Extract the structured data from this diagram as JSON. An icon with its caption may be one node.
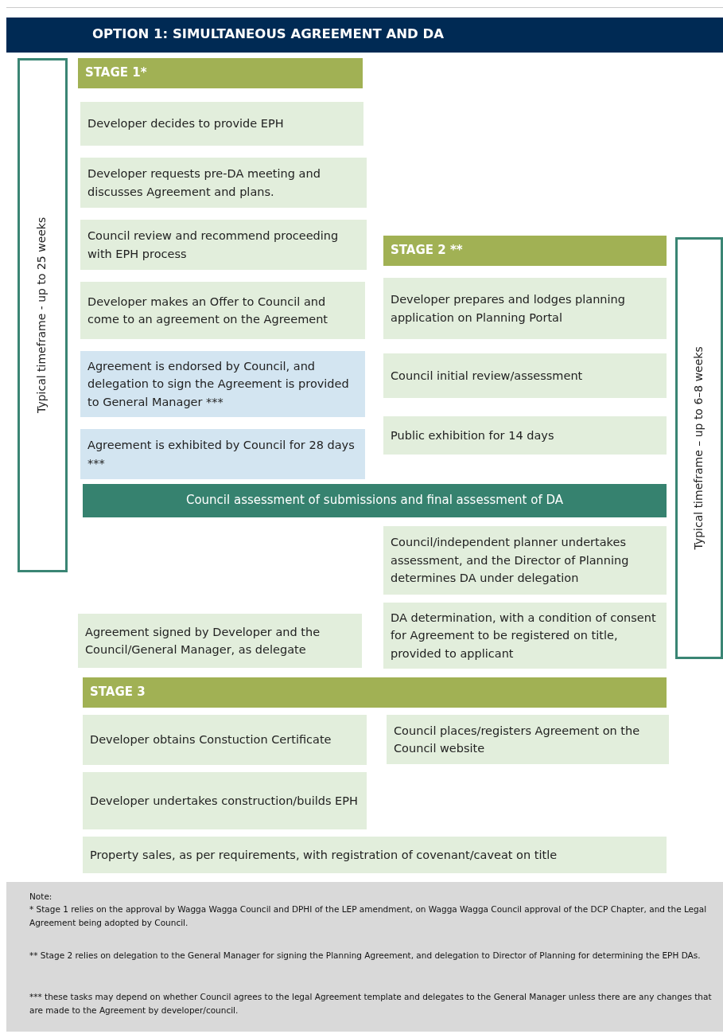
{
  "diagram": {
    "title": "OPTION 1: SIMULTANEOUS AGREEMENT AND DA",
    "nodes": [
      {
        "text": [
          "STAGE 1*"
        ]
      },
      {
        "text": [
          "Developer decides to provide EPH"
        ]
      },
      {
        "text": [
          "Developer requests pre-DA meeting and discusses Agreement and plans."
        ]
      },
      {
        "text": [
          "Council review and recommend proceeding with EPH process"
        ]
      },
      {
        "text": [
          "STAGE 2 **"
        ]
      },
      {
        "text": [
          "Developer makes an Offer to Council and come to an agreement on the Agreement"
        ]
      },
      {
        "text": [
          "Developer prepares  and lodges planning application on Planning Portal"
        ]
      },
      {
        "text": [
          "Agreement is endorsed by Council, and delegation to sign the Agreement is provided to General Manager ***"
        ]
      },
      {
        "text": [
          "Council initial review/assessment"
        ]
      },
      {
        "text": [
          "Agreement is exhibited by Council for 28 days ***"
        ]
      },
      {
        "text": [
          "Public exhibition for 14 days"
        ]
      },
      {
        "text": [
          "Council assessment of submissions and final assessment of DA"
        ]
      },
      {
        "text": [
          "Council/independent planner  undertakes assessment, and the Director of Planning determines DA under delegation"
        ]
      },
      {
        "text": [
          "DA determination, with a condition of consent for Agreement to be registered on title, provided to applicant"
        ]
      },
      {
        "text": [
          "Agreement signed by Developer and the Council/General Manager, as delegate"
        ]
      },
      {
        "text": [
          "STAGE 3"
        ]
      },
      {
        "text": [
          "Developer obtains Constuction Certificate"
        ]
      },
      {
        "text": [
          "Council places/registers Agreement on the Council website"
        ]
      },
      {
        "text": [
          "Developer undertakes construction/builds EPH"
        ]
      },
      {
        "text": [
          "Property sales, as per requirements, with registration of covenant/caveat on title"
        ]
      },
      {
        "text": [
          "Typical timeframe  - up to 25 weeks"
        ]
      },
      {
        "text": [
          "Typical timeframe  – up to 6–8 weeks"
        ]
      }
    ],
    "edges": [],
    "labels": [
      "Note:",
      "* Stage 1 relies on the approval by Wagga Wagga Council and DPHI of the LEP amendment, on Wagga Wagga Council approval of the DCP Chapter, and the Legal Agreement being adopted by Council.",
      "** Stage 2 relies on delegation to the General Manager for signing the Planning Agreement, and delegation  to Director of Planning for determining the EPH DAs.",
      "*** these tasks may depend on whether Council agrees to the legal Agreement template and delegates to the General Manager unless there are any changes that are made to the Agreement by developer/council."
    ]
  }
}
